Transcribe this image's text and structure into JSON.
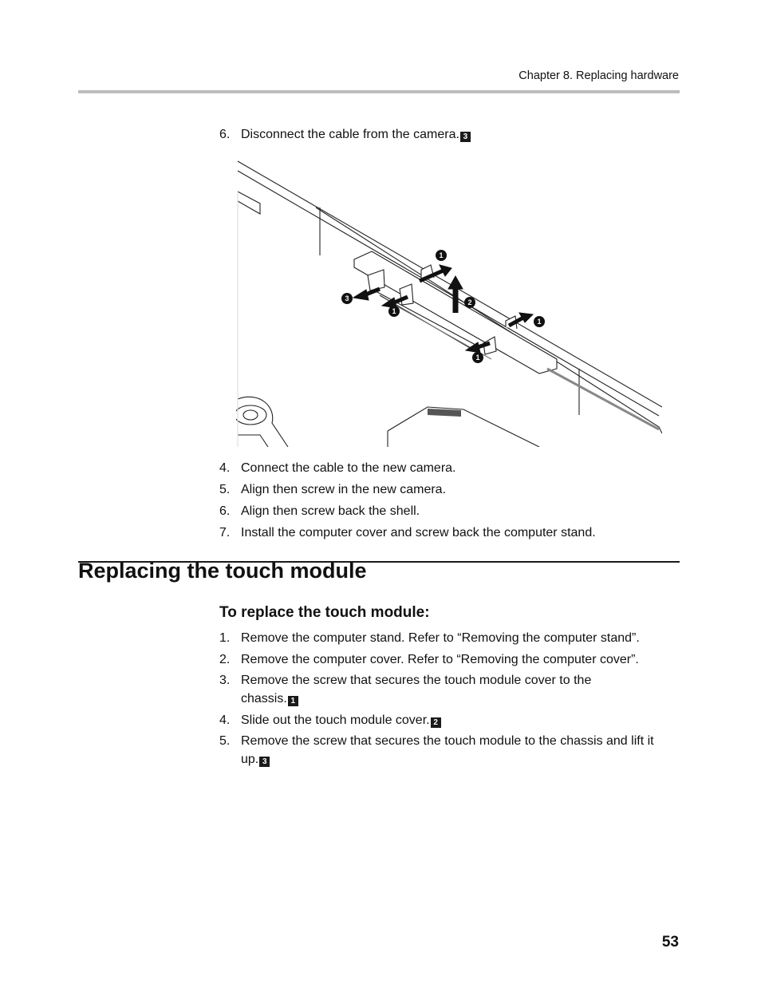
{
  "header": {
    "running_head": "Chapter 8. Replacing hardware"
  },
  "top_step": {
    "num": "6.",
    "text": "Disconnect the cable from the camera.",
    "callout": "3"
  },
  "figure": {
    "callouts": [
      "1",
      "1",
      "1",
      "1",
      "2",
      "3"
    ]
  },
  "steps_continued": [
    {
      "num": "4.",
      "text": "Connect the cable to the new camera."
    },
    {
      "num": "5.",
      "text": "Align then screw in the new camera."
    },
    {
      "num": "6.",
      "text": "Align then screw back the shell."
    },
    {
      "num": "7.",
      "text": "Install the computer cover and screw back the computer stand."
    }
  ],
  "section": {
    "title": "Replacing the touch module",
    "subtitle": "To replace the touch module:",
    "steps": [
      {
        "num": "1.",
        "text": "Remove the computer stand. Refer to “Removing the computer stand”."
      },
      {
        "num": "2.",
        "text": "Remove the computer cover. Refer to “Removing the computer cover”."
      },
      {
        "num": "3.",
        "text": "Remove the screw that secures the touch module cover to the chassis.",
        "callout": "1"
      },
      {
        "num": "4.",
        "text": "Slide out the touch module cover.",
        "callout": "2"
      },
      {
        "num": "5.",
        "text": "Remove the screw that secures the touch module to the chassis and lift it up.",
        "callout": "3"
      }
    ]
  },
  "footer": {
    "page_number": "53"
  }
}
